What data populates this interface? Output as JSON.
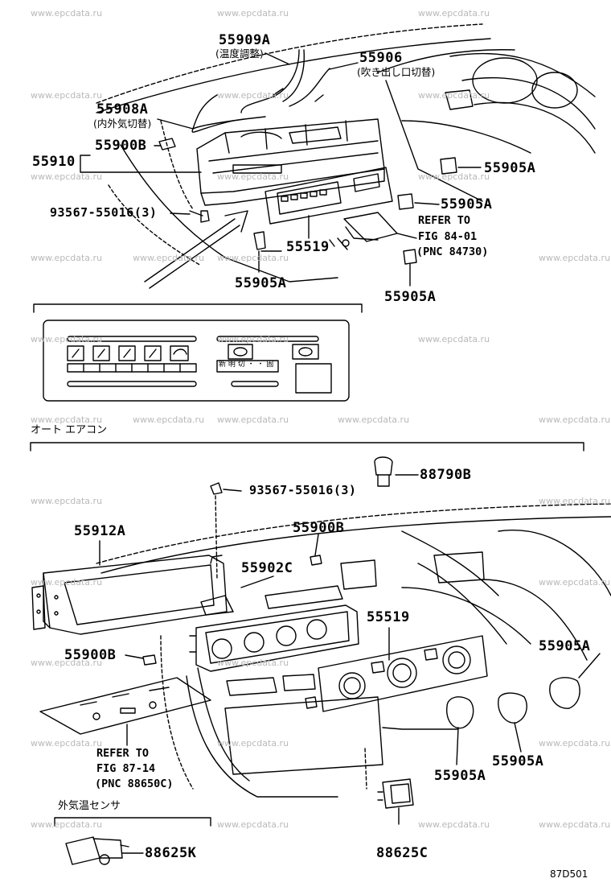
{
  "watermark": "www.epcdata.ru",
  "diagram_code": "87D501",
  "sections": {
    "auto_aircon": "オート エアコン",
    "outside_temp_sensor": "外気温センサ"
  },
  "parts": {
    "p55909A": "55909A",
    "p55909A_desc": "(温度調整)",
    "p55906": "55906",
    "p55906_desc": "(吹き出し口切替)",
    "p55908A": "55908A",
    "p55908A_desc": "(内外気切替)",
    "p55910": "55910",
    "p55900B_top": "55900B",
    "p55905A_t1": "55905A",
    "p55905A_t2": "55905A",
    "p93567_top": "93567-55016(3)",
    "p55519_top": "55519",
    "p55905A_t3": "55905A",
    "p55905A_t4": "55905A",
    "p88790B": "88790B",
    "p93567_bot": "93567-55016(3)",
    "p55912A": "55912A",
    "p55900B_b1": "55900B",
    "p55902C": "55902C",
    "p55519_bot": "55519",
    "p55900B_b2": "55900B",
    "p55905A_b1": "55905A",
    "p55905A_b2": "55905A",
    "p55905A_b3": "55905A",
    "p88625K": "88625K",
    "p88625C": "88625C"
  },
  "refs": {
    "top": {
      "line1": "REFER TO",
      "line2": "FIG 84-01",
      "line3": "(PNC 84730)"
    },
    "bottom": {
      "line1": "REFER TO",
      "line2": "FIG 87-14",
      "line3": "(PNC 88650C)"
    }
  },
  "panel_text": "新 明 切 ・ ・ 固"
}
